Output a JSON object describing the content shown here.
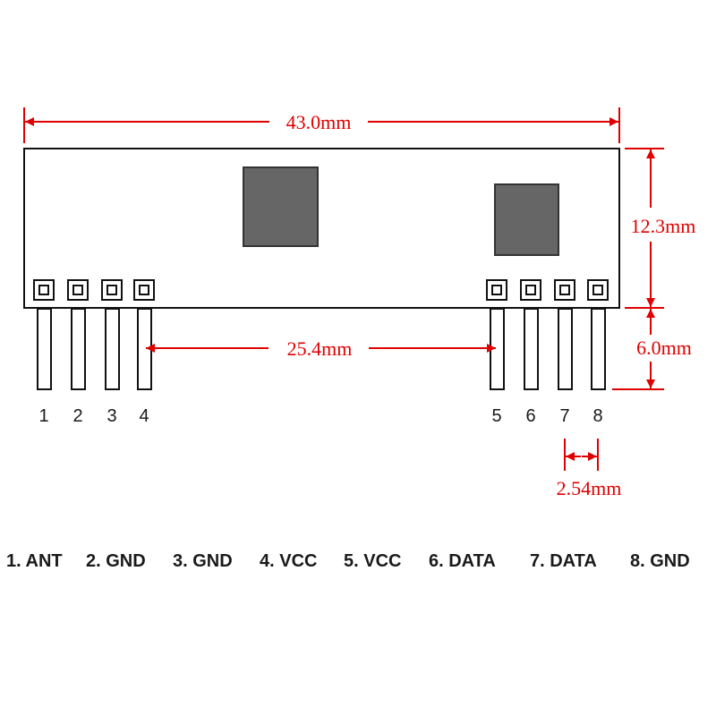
{
  "dimensions": {
    "width": "43.0mm",
    "height": "12.3mm",
    "pin_length": "6.0mm",
    "group_spacing": "25.4mm",
    "pitch": "2.54mm"
  },
  "pins": [
    "1",
    "2",
    "3",
    "4",
    "5",
    "6",
    "7",
    "8"
  ],
  "pinout": [
    "1. ANT",
    "2. GND",
    "3. GND",
    "4. VCC",
    "5. VCC",
    "6. DATA",
    "7. DATA",
    "8. GND"
  ],
  "colors": {
    "outline": "#111111",
    "chip": "#666666",
    "dimension": "#e00000",
    "text": "#1a1a1a"
  }
}
